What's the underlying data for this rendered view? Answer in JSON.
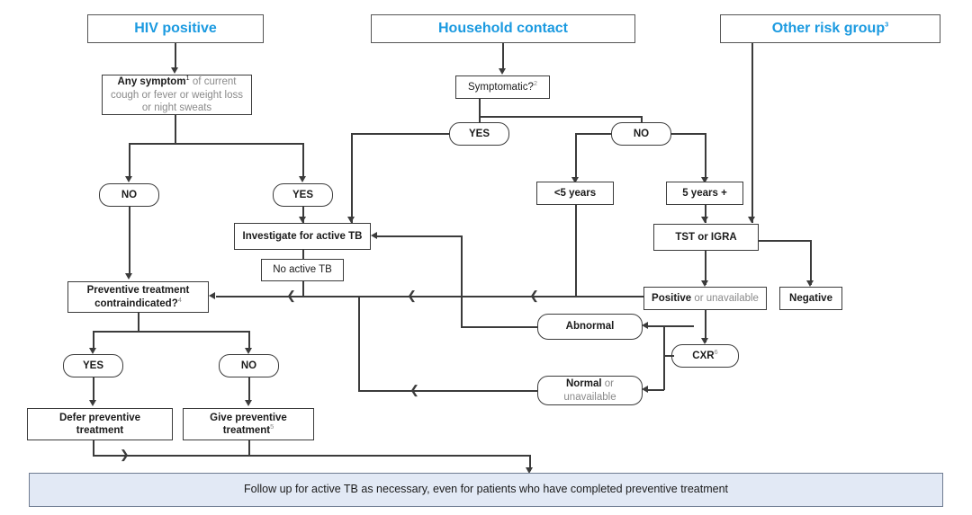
{
  "diagram": {
    "title": "TB preventive treatment algorithm",
    "accent_color": "#1b9ae0",
    "line_color": "#3b3b3b",
    "footer_fill": "#e2e9f5",
    "headers": [
      {
        "id": "hiv",
        "label": "HIV positive"
      },
      {
        "id": "household",
        "label": "Household contact"
      },
      {
        "id": "other",
        "label": "Other risk group",
        "sup": "3"
      }
    ],
    "nodes": {
      "any_symptom": {
        "bold": "Any symptom",
        "sup": "1",
        "rest": " of current cough or fever or weight loss or night sweats"
      },
      "hiv_no": {
        "label": "NO"
      },
      "hiv_yes": {
        "label": "YES"
      },
      "symptomatic": {
        "label": "Symptomatic?",
        "sup": "2"
      },
      "hh_yes": {
        "label": "YES"
      },
      "hh_no": {
        "label": "NO"
      },
      "under5": {
        "label": "<5 years"
      },
      "over5": {
        "label": "5 years +"
      },
      "tst_igra": {
        "label": "TST or IGRA"
      },
      "positive": {
        "bold": "Positive",
        "grey": " or unavailable"
      },
      "negative": {
        "label": "Negative"
      },
      "cxr": {
        "label": "CXR",
        "sup": "6"
      },
      "abnormal": {
        "label": "Abnormal"
      },
      "normal": {
        "bold": "Normal",
        "grey": " or",
        "grey2": "unavailable"
      },
      "investigate": {
        "label": "Investigate for active TB"
      },
      "no_active_tb": {
        "label": "No active TB"
      },
      "contraindicated": {
        "line1": "Preventive treatment",
        "line2": "contraindicated?",
        "sup": "4"
      },
      "ci_yes": {
        "label": "YES"
      },
      "ci_no": {
        "label": "NO"
      },
      "defer": {
        "line1": "Defer preventive",
        "line2": "treatment"
      },
      "give": {
        "line1": "Give preventive",
        "line2": "treatment",
        "sup": "5"
      },
      "followup": {
        "label": "Follow up for active TB as necessary, even for patients who have completed preventive treatment"
      }
    }
  }
}
